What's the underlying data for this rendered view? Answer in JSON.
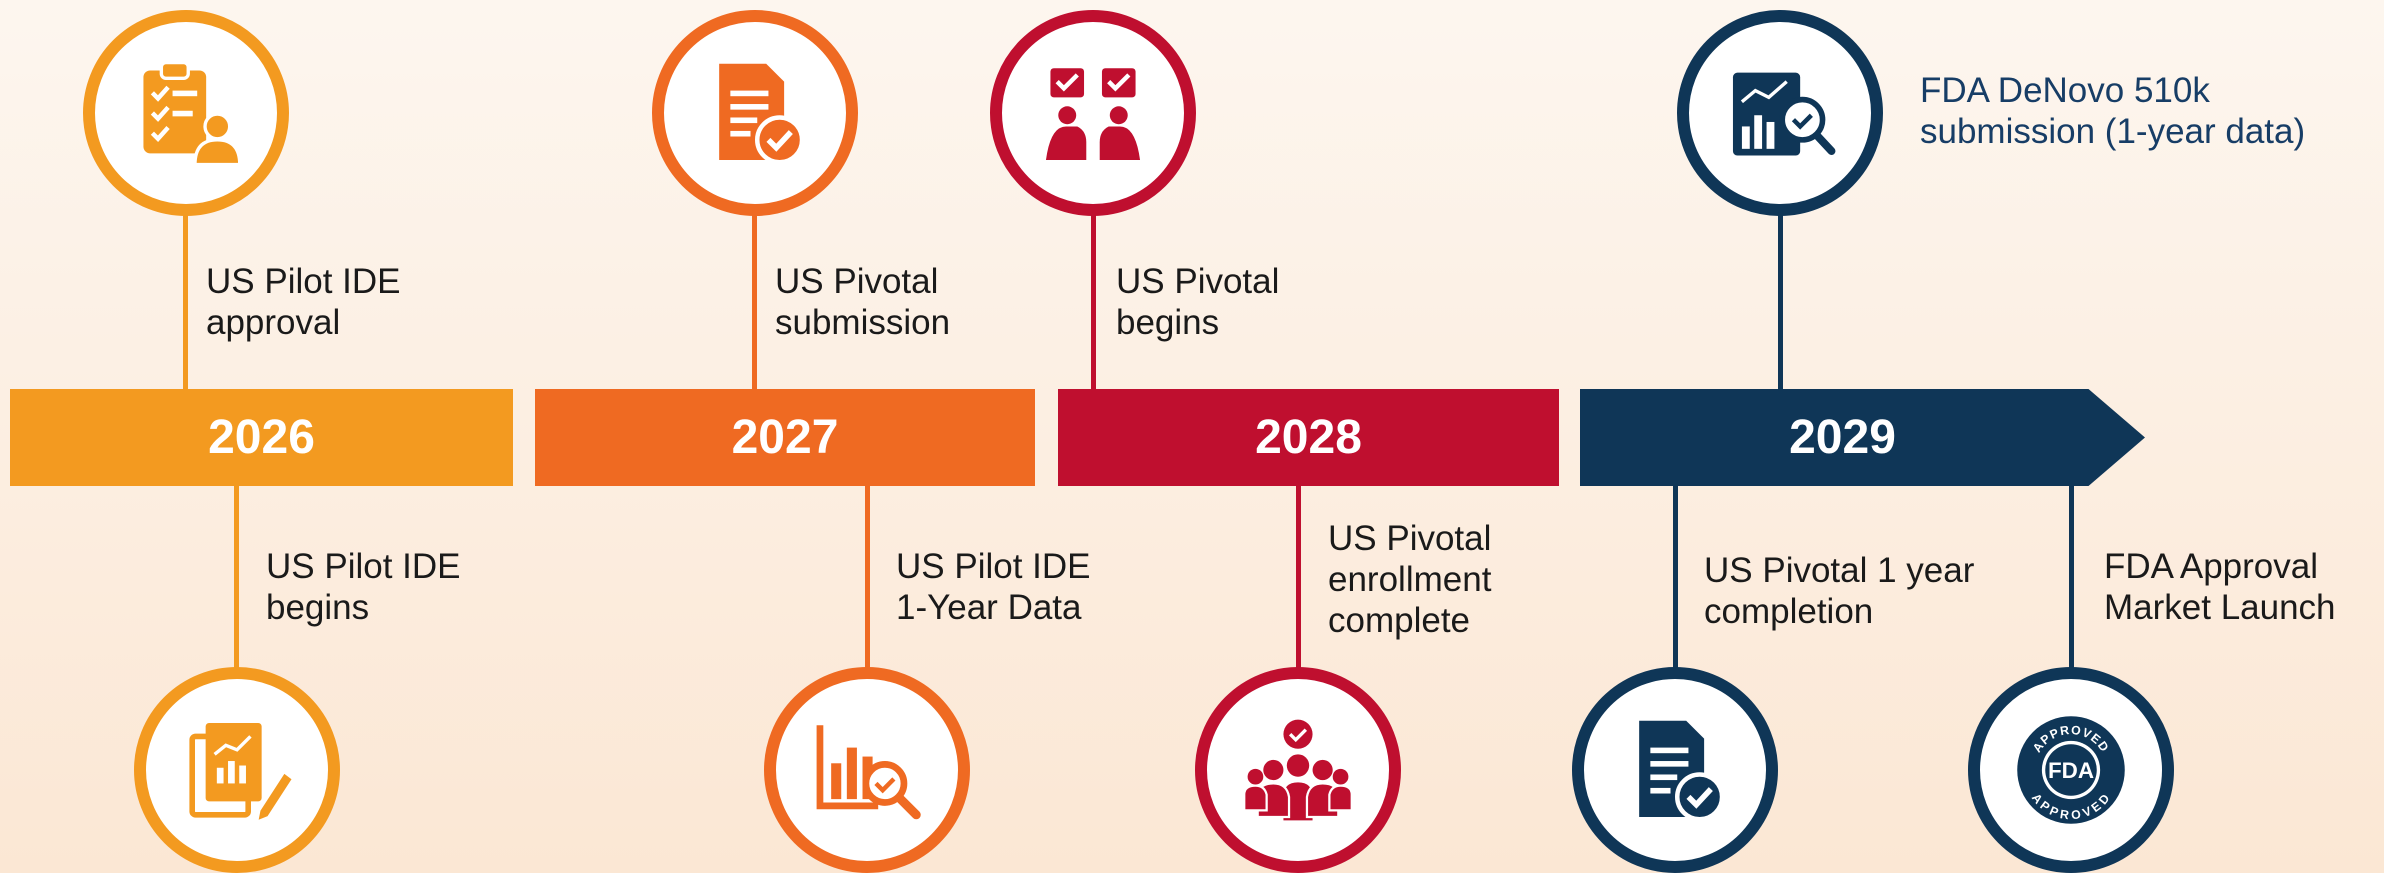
{
  "colors": {
    "y2026": "#f39a20",
    "y2027": "#ef6a22",
    "y2028": "#bf0f2f",
    "y2029": "#0f3657"
  },
  "years": [
    "2026",
    "2027",
    "2028",
    "2029"
  ],
  "milestones": {
    "pilot_ide_approval": [
      "US Pilot IDE",
      "approval"
    ],
    "pilot_ide_begins": [
      "US Pilot IDE",
      "begins"
    ],
    "pivotal_submission": [
      "US Pivotal",
      "submission"
    ],
    "pilot_ide_1year": [
      "US Pilot IDE",
      "1-Year Data"
    ],
    "pivotal_begins": [
      "US Pivotal",
      "begins"
    ],
    "pivotal_enrollment": [
      "US Pivotal",
      "enrollment",
      "complete"
    ],
    "fda_denovo": [
      "FDA DeNovo 510k",
      "submission (1-year data)"
    ],
    "pivotal_1year": [
      "US Pivotal 1 year",
      "completion"
    ],
    "fda_approval": [
      "FDA Approval",
      "Market Launch"
    ]
  },
  "icons": {
    "pilot_ide_approval": "clipboard-checklist-person-icon",
    "pilot_ide_begins": "documents-chart-pen-icon",
    "pivotal_submission": "document-check-icon",
    "pilot_ide_1year": "chart-magnifier-icon",
    "pivotal_begins": "voting-hands-icon",
    "pivotal_enrollment": "group-check-icon",
    "fda_denovo": "chart-magnifier-icon",
    "pivotal_1year": "document-check-icon",
    "fda_approval": "fda-approved-seal-icon"
  },
  "seal_text": {
    "top": "APPROVED",
    "center": "FDA",
    "bottom": "APPROVED"
  }
}
